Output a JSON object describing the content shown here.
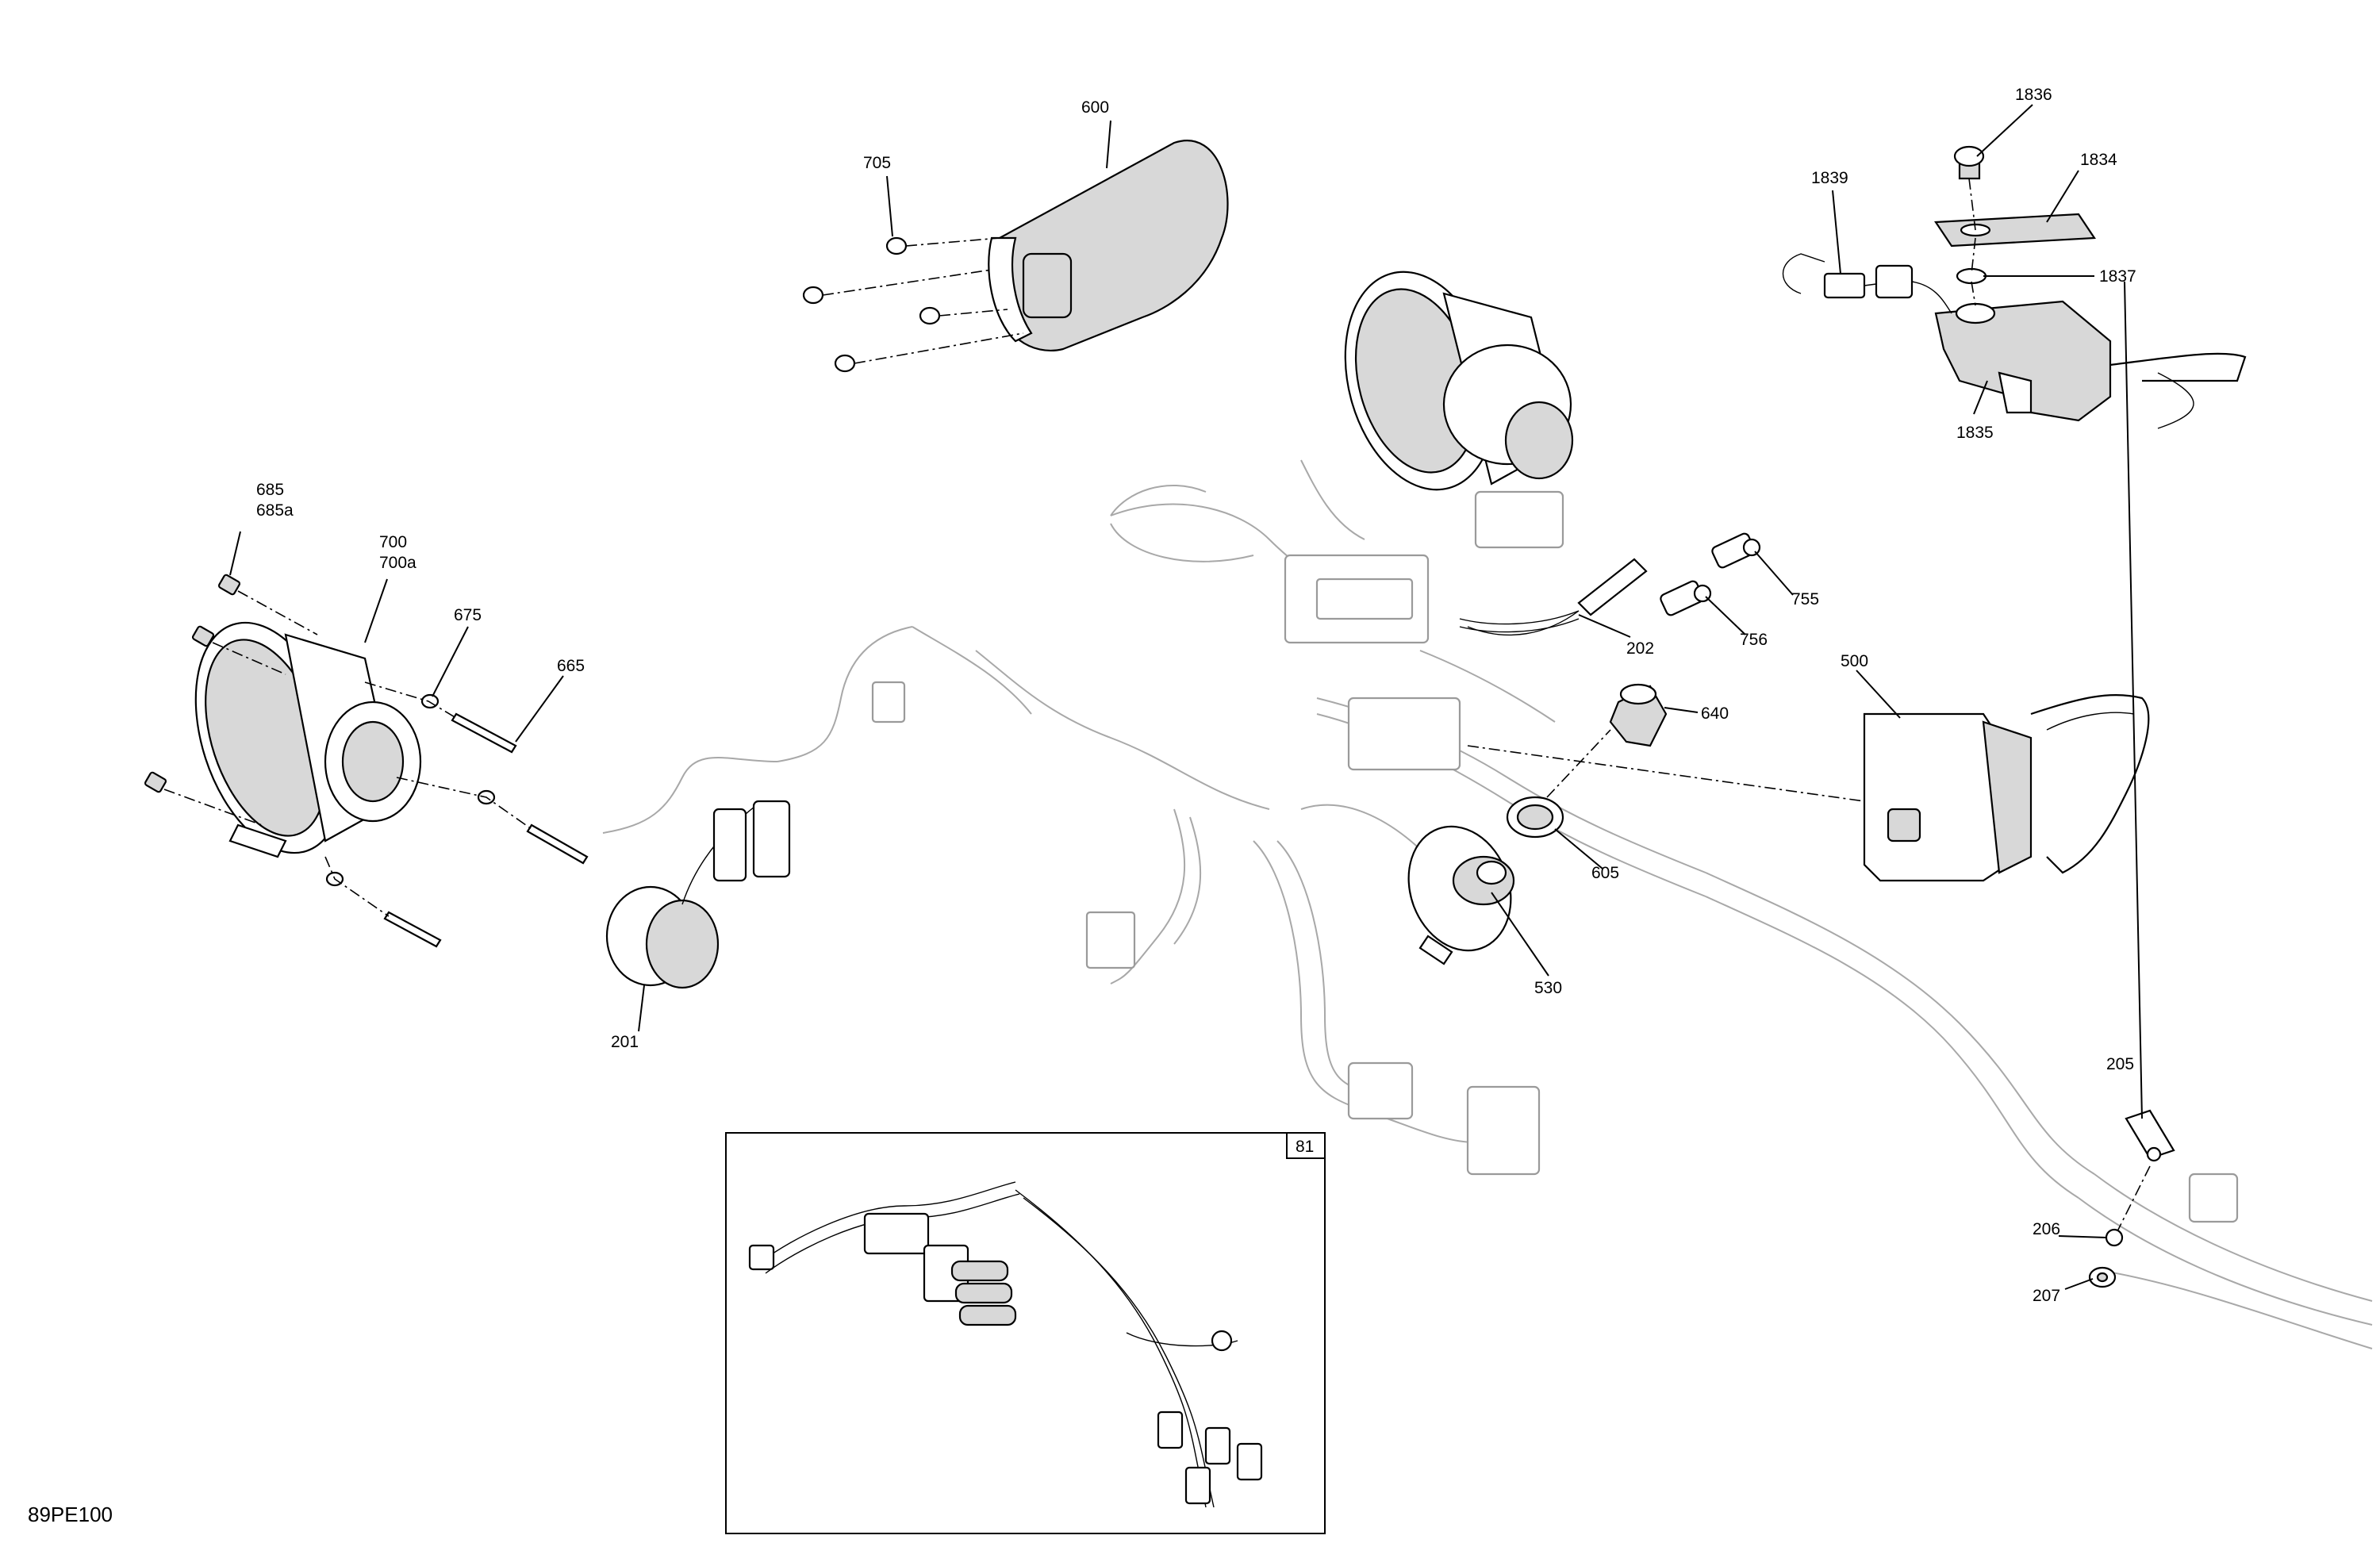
{
  "diagram": {
    "reference_code": "89PE100",
    "inset_label": "81",
    "callouts": {
      "c600": "600",
      "c705": "705",
      "c685": "685",
      "c685a": "685a",
      "c700": "700",
      "c700a": "700a",
      "c675": "675",
      "c665": "665",
      "c201": "201",
      "c202": "202",
      "c755": "755",
      "c756": "756",
      "c640": "640",
      "c500": "500",
      "c605": "605",
      "c530": "530",
      "c1836": "1836",
      "c1834": "1834",
      "c1839": "1839",
      "c1837": "1837",
      "c1835": "1835",
      "c205": "205",
      "c206": "206",
      "c207": "207"
    }
  }
}
